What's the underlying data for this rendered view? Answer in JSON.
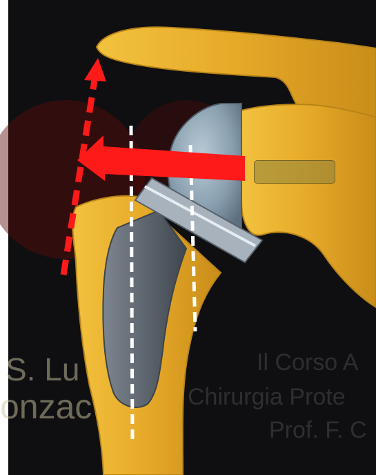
{
  "watermark": {
    "left_line1": "S. Lu",
    "left_line2": "onzac",
    "left_small": "",
    "right_line1": "Il Corso A",
    "right_line2": "Chirurgia Prote",
    "right_line3": "Prof. F. C"
  },
  "colors": {
    "background": "#0f0f12",
    "bone": "#e9b12c",
    "bone_shadow": "#c98d1a",
    "implant_head": "#8aa0b0",
    "implant_stem": "#5f6670",
    "arrow": "#ff1a1a",
    "guide_lines": "#ffffff"
  }
}
